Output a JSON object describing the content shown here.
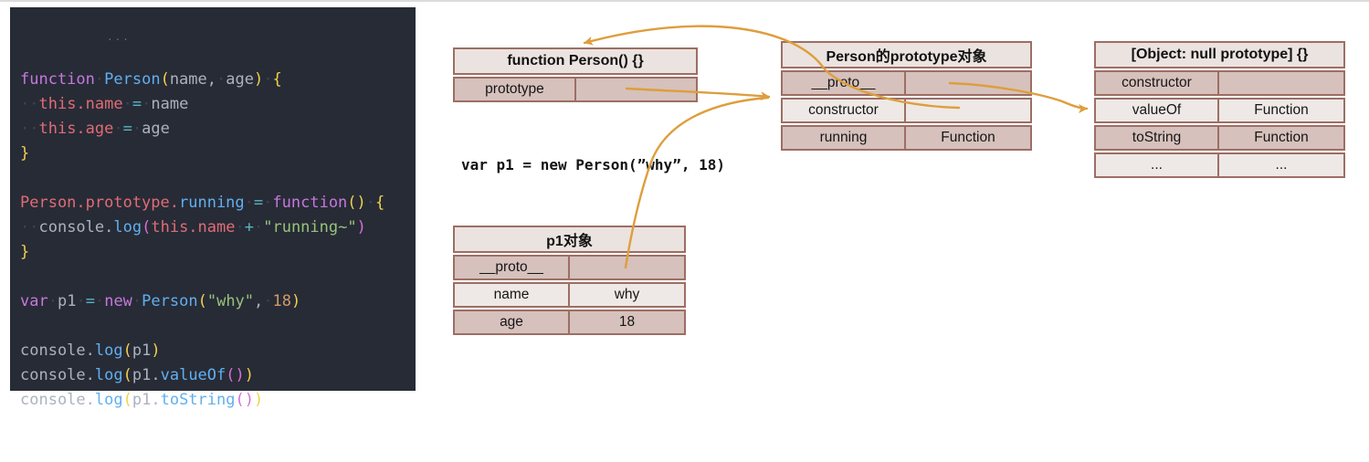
{
  "window": {
    "bg": "#ffffff",
    "top_border": "#dcdcdc"
  },
  "code_editor": {
    "bg": "#272b36",
    "person_hint": "···",
    "palette": {
      "kw": "#c678dd",
      "fn": "#61afef",
      "prp": "#e06c75",
      "opr": "#56b6c2",
      "str": "#98c379",
      "num": "#d19a66",
      "idn": "#abb2bf",
      "br1": "#f0d24b",
      "br2": "#d670d6",
      "wsp": "#3d4350"
    },
    "lines": [
      [
        [
          "function",
          "kw"
        ],
        [
          "·",
          "wsp"
        ],
        [
          "Person",
          "fn"
        ],
        [
          "(",
          "br1"
        ],
        [
          "name",
          "idn"
        ],
        [
          ",",
          "idn"
        ],
        [
          "·",
          "wsp"
        ],
        [
          "age",
          "idn"
        ],
        [
          ")",
          "br1"
        ],
        [
          "·",
          "wsp"
        ],
        [
          "{",
          "br1"
        ]
      ],
      [
        [
          "··",
          "wsp"
        ],
        [
          "this.name",
          "prp"
        ],
        [
          "·",
          "wsp"
        ],
        [
          "=",
          "opr"
        ],
        [
          "·",
          "wsp"
        ],
        [
          "name",
          "idn"
        ]
      ],
      [
        [
          "··",
          "wsp"
        ],
        [
          "this.age",
          "prp"
        ],
        [
          "·",
          "wsp"
        ],
        [
          "=",
          "opr"
        ],
        [
          "·",
          "wsp"
        ],
        [
          "age",
          "idn"
        ]
      ],
      [
        [
          "}",
          "br1"
        ]
      ],
      [],
      [
        [
          "Person.prototype.",
          "prp"
        ],
        [
          "running",
          "fn"
        ],
        [
          "·",
          "wsp"
        ],
        [
          "=",
          "opr"
        ],
        [
          "·",
          "wsp"
        ],
        [
          "function",
          "kw"
        ],
        [
          "()",
          "br1"
        ],
        [
          "·",
          "wsp"
        ],
        [
          "{",
          "br1"
        ]
      ],
      [
        [
          "··",
          "wsp"
        ],
        [
          "console",
          "idn"
        ],
        [
          ".",
          "idn"
        ],
        [
          "log",
          "fn"
        ],
        [
          "(",
          "br2"
        ],
        [
          "this.name",
          "prp"
        ],
        [
          "·",
          "wsp"
        ],
        [
          "+",
          "opr"
        ],
        [
          "·",
          "wsp"
        ],
        [
          "\"running~\"",
          "str"
        ],
        [
          ")",
          "br2"
        ]
      ],
      [
        [
          "}",
          "br1"
        ]
      ],
      [],
      [
        [
          "var",
          "kw"
        ],
        [
          "·",
          "wsp"
        ],
        [
          "p1",
          "idn"
        ],
        [
          "·",
          "wsp"
        ],
        [
          "=",
          "opr"
        ],
        [
          "·",
          "wsp"
        ],
        [
          "new",
          "kw"
        ],
        [
          "·",
          "wsp"
        ],
        [
          "Person",
          "fn"
        ],
        [
          "(",
          "br1"
        ],
        [
          "\"why\"",
          "str"
        ],
        [
          ",",
          "idn"
        ],
        [
          "·",
          "wsp"
        ],
        [
          "18",
          "num"
        ],
        [
          ")",
          "br1"
        ]
      ],
      [],
      [
        [
          "console",
          "idn"
        ],
        [
          ".",
          "idn"
        ],
        [
          "log",
          "fn"
        ],
        [
          "(",
          "br1"
        ],
        [
          "p1",
          "idn"
        ],
        [
          ")",
          "br1"
        ]
      ],
      [
        [
          "console",
          "idn"
        ],
        [
          ".",
          "idn"
        ],
        [
          "log",
          "fn"
        ],
        [
          "(",
          "br1"
        ],
        [
          "p1",
          "idn"
        ],
        [
          ".",
          "idn"
        ],
        [
          "valueOf",
          "fn"
        ],
        [
          "()",
          "br2"
        ],
        [
          ")",
          "br1"
        ]
      ],
      [
        [
          "console",
          "idn"
        ],
        [
          ".",
          "idn"
        ],
        [
          "log",
          "fn"
        ],
        [
          "(",
          "br1"
        ],
        [
          "p1",
          "idn"
        ],
        [
          ".",
          "idn"
        ],
        [
          "toString",
          "fn"
        ],
        [
          "()",
          "br2"
        ],
        [
          ")",
          "br1"
        ]
      ]
    ]
  },
  "snippet": {
    "text": "var p1 = new Person(”why”, 18)"
  },
  "diagram": {
    "arrow_color": "#de9e3c",
    "table_colors": {
      "border": "#9d6e64",
      "header_bg": "#ebe3e0",
      "row_dark": "#d6c1bc",
      "row_light": "#eee9e6"
    },
    "tables": {
      "function_person": {
        "title": "function Person() {}",
        "rows": [
          [
            "prototype",
            ""
          ]
        ]
      },
      "person_prototype": {
        "title": "Person的prototype对象",
        "rows": [
          [
            "__proto__",
            ""
          ],
          [
            "constructor",
            ""
          ],
          [
            "running",
            "Function"
          ]
        ]
      },
      "object_null_prototype": {
        "title": "[Object: null prototype] {}",
        "rows": [
          [
            "constructor",
            ""
          ],
          [
            "valueOf",
            "Function"
          ],
          [
            "toString",
            "Function"
          ],
          [
            "...",
            "..."
          ]
        ]
      },
      "p1_object": {
        "title": "p1对象",
        "rows": [
          [
            "__proto__",
            ""
          ],
          [
            "name",
            "why"
          ],
          [
            "age",
            "18"
          ]
        ]
      }
    }
  }
}
